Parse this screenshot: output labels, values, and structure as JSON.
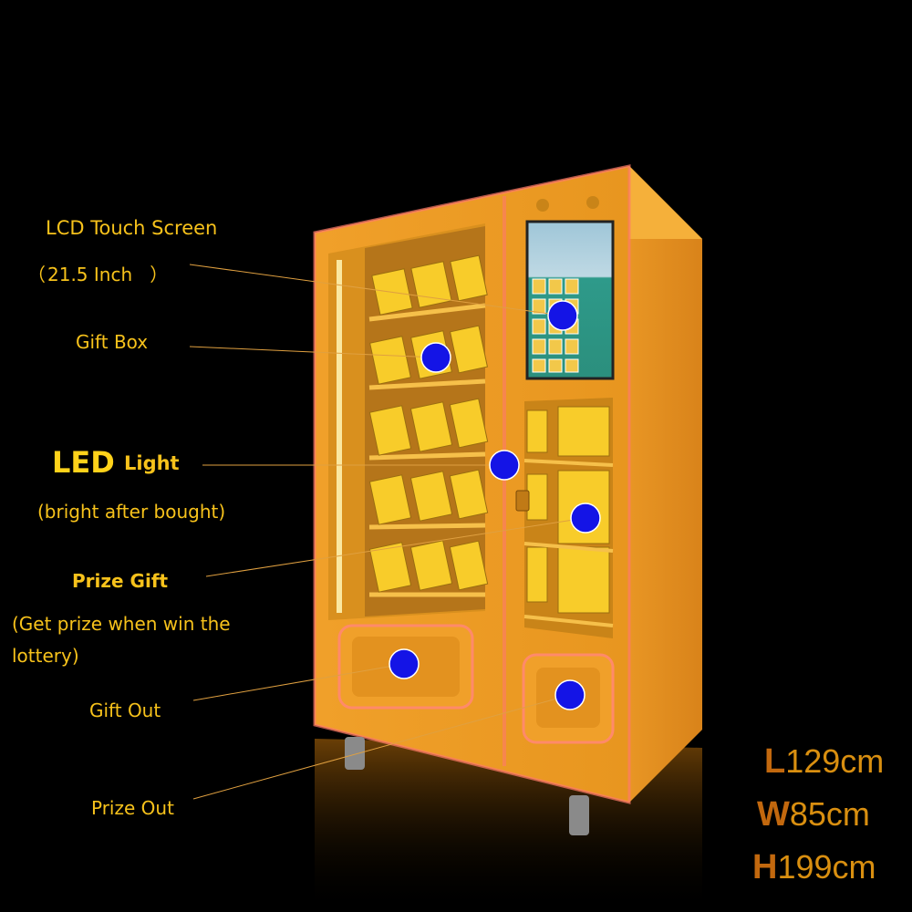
{
  "labels": {
    "lcd_title": "LCD Touch Screen",
    "lcd_size_open": "（",
    "lcd_size_num": "21.5",
    "lcd_size_unit": "Inch",
    "lcd_size_close": "）",
    "gift_box": "Gift Box",
    "led": "LED",
    "light": "Light",
    "led_note": "(bright after bought)",
    "prize_gift": "Prize Gift",
    "prize_note_1": "(Get prize when win the",
    "prize_note_2": "lottery)",
    "gift_out": "Gift Out",
    "prize_out": "Prize Out"
  },
  "dimensions": [
    {
      "letter": "L",
      "value": "129cm"
    },
    {
      "letter": "W",
      "value": "85cm"
    },
    {
      "letter": "H",
      "value": "199cm"
    }
  ],
  "colors": {
    "background": "#000000",
    "cabinet": "#f2a52b",
    "label_text": "#f7c21b",
    "marker": "#1414e6",
    "dimension_letter": "#c2680e"
  }
}
